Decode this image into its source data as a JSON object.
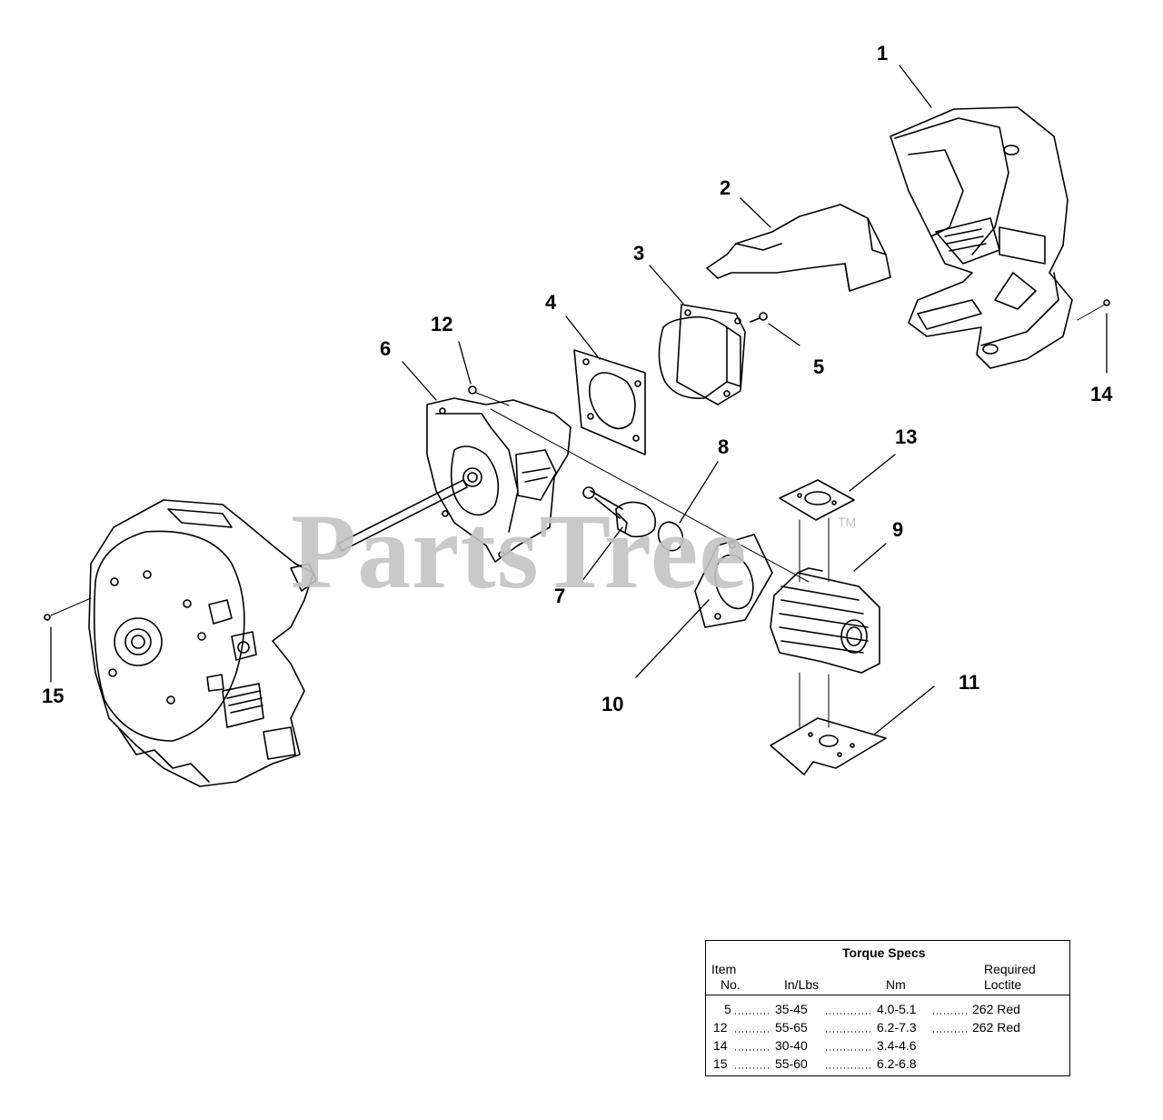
{
  "callouts": [
    "1",
    "2",
    "3",
    "4",
    "5",
    "6",
    "7",
    "8",
    "9",
    "10",
    "11",
    "12",
    "13",
    "14",
    "15"
  ],
  "watermark": {
    "text": "PartsTree",
    "tm": "TM"
  },
  "torque_specs": {
    "title": "Torque Specs",
    "headers": {
      "item": "Item",
      "no": "No.",
      "inlbs": "In/Lbs",
      "nm": "Nm",
      "required": "Required",
      "loctite": "Loctite"
    },
    "rows": [
      {
        "item": "5",
        "inlbs": "35-45",
        "nm": "4.0-5.1",
        "loctite": "262 Red"
      },
      {
        "item": "12",
        "inlbs": "55-65",
        "nm": "6.2-7.3",
        "loctite": "262 Red"
      },
      {
        "item": "14",
        "inlbs": "30-40",
        "nm": "3.4-4.6",
        "loctite": ""
      },
      {
        "item": "15",
        "inlbs": "55-60",
        "nm": "6.2-6.8",
        "loctite": ""
      }
    ]
  }
}
